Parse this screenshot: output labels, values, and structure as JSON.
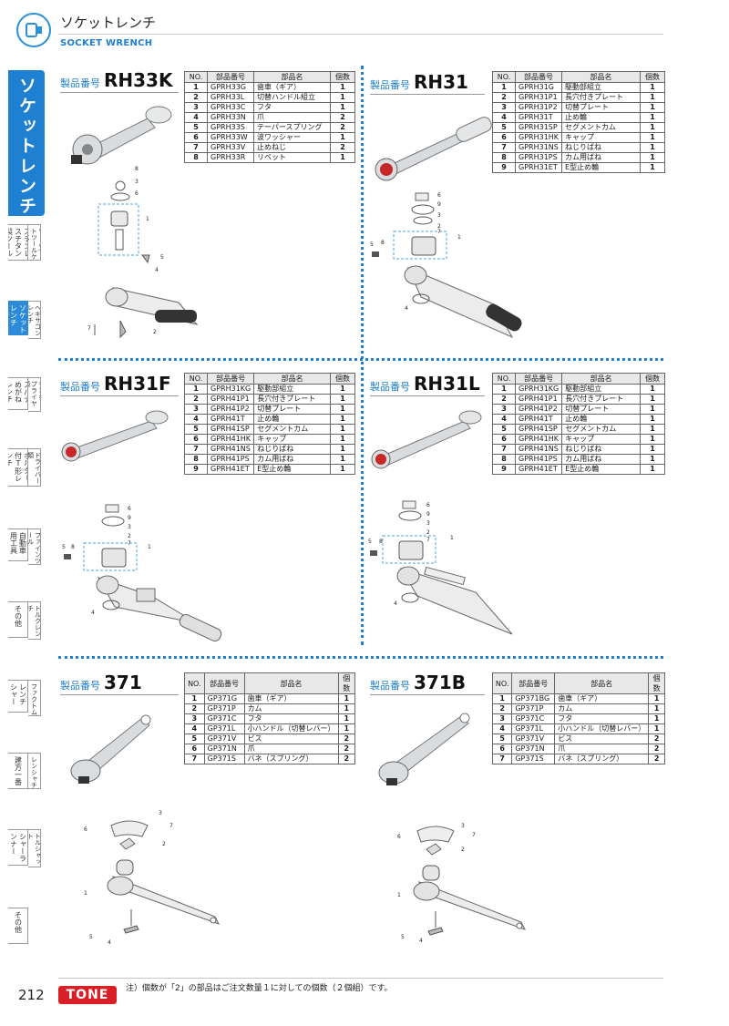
{
  "header": {
    "title_jp": "ソケットレンチ",
    "title_en": "SOCKET WRENCH"
  },
  "side_index": {
    "main_label": "ソケットレンチ",
    "tabs": [
      {
        "label": "ステンレスチタン製ツール",
        "active": false
      },
      {
        "label": "ツールセットツールケース",
        "active": false
      },
      {
        "label": "ソケットレンチ",
        "active": true
      },
      {
        "label": "ヘキサゴンレンチ",
        "active": false
      },
      {
        "label": "スパナめがねレンチ",
        "active": false
      },
      {
        "label": "モンキープライヤ類",
        "active": false
      },
      {
        "label": "ホルダー付T形レンチ",
        "active": false
      },
      {
        "label": "ドライバー類",
        "active": false
      },
      {
        "label": "自動車用工具",
        "active": false
      },
      {
        "label": "ファインツール",
        "active": false
      },
      {
        "label": "その他",
        "active": false
      },
      {
        "label": "トルクレンチ",
        "active": false
      },
      {
        "label": "パワーレンチシャーレンチ",
        "active": false
      },
      {
        "label": "ファクトム",
        "active": false
      },
      {
        "label": "建方一番",
        "active": false
      },
      {
        "label": "レンシャチ",
        "active": false
      },
      {
        "label": "シャーランナー",
        "active": false
      },
      {
        "label": "トルシャット",
        "active": false
      },
      {
        "label": "その他",
        "active": false
      }
    ]
  },
  "table_headers": {
    "no": "NO.",
    "code": "部品番号",
    "name": "部品名",
    "qty": "個数"
  },
  "products": [
    {
      "prefix": "製品番号",
      "model": "RH33K",
      "parts": [
        {
          "no": "1",
          "code": "GPRH33G",
          "name": "歯車（ギア）",
          "qty": "1"
        },
        {
          "no": "2",
          "code": "GPRH33L",
          "name": "切替ハンドル組立",
          "qty": "1"
        },
        {
          "no": "3",
          "code": "GPRH33C",
          "name": "フタ",
          "qty": "1"
        },
        {
          "no": "4",
          "code": "GPRH33N",
          "name": "爪",
          "qty": "2"
        },
        {
          "no": "5",
          "code": "GPRH33S",
          "name": "テーパースプリング",
          "qty": "2"
        },
        {
          "no": "6",
          "code": "GPRH33W",
          "name": "波ワッシャー",
          "qty": "1"
        },
        {
          "no": "7",
          "code": "GPRH33V",
          "name": "止めねじ",
          "qty": "2"
        },
        {
          "no": "8",
          "code": "GPRH33R",
          "name": "リベット",
          "qty": "1"
        }
      ]
    },
    {
      "prefix": "製品番号",
      "model": "RH31",
      "parts": [
        {
          "no": "1",
          "code": "GPRH31G",
          "name": "駆動部組立",
          "qty": "1"
        },
        {
          "no": "2",
          "code": "GPRH31P1",
          "name": "長穴付きプレート",
          "qty": "1"
        },
        {
          "no": "3",
          "code": "GPRH31P2",
          "name": "切替プレート",
          "qty": "1"
        },
        {
          "no": "4",
          "code": "GPRH31T",
          "name": "止め輪",
          "qty": "1"
        },
        {
          "no": "5",
          "code": "GPRH31SP",
          "name": "セグメントカム",
          "qty": "1"
        },
        {
          "no": "6",
          "code": "GPRH31HK",
          "name": "キャップ",
          "qty": "1"
        },
        {
          "no": "7",
          "code": "GPRH31NS",
          "name": "ねじりばね",
          "qty": "1"
        },
        {
          "no": "8",
          "code": "GPRH31PS",
          "name": "カム用ばね",
          "qty": "1"
        },
        {
          "no": "9",
          "code": "GPRH31ET",
          "name": "E型止め輪",
          "qty": "1"
        }
      ]
    },
    {
      "prefix": "製品番号",
      "model": "RH31F",
      "parts": [
        {
          "no": "1",
          "code": "GPRH31KG",
          "name": "駆動部組立",
          "qty": "1"
        },
        {
          "no": "2",
          "code": "GPRH41P1",
          "name": "長穴付きプレート",
          "qty": "1"
        },
        {
          "no": "3",
          "code": "GPRH41P2",
          "name": "切替プレート",
          "qty": "1"
        },
        {
          "no": "4",
          "code": "GPRH41T",
          "name": "止め輪",
          "qty": "1"
        },
        {
          "no": "5",
          "code": "GPRH41SP",
          "name": "セグメントカム",
          "qty": "1"
        },
        {
          "no": "6",
          "code": "GPRH41HK",
          "name": "キャップ",
          "qty": "1"
        },
        {
          "no": "7",
          "code": "GPRH41NS",
          "name": "ねじりばね",
          "qty": "1"
        },
        {
          "no": "8",
          "code": "GPRH41PS",
          "name": "カム用ばね",
          "qty": "1"
        },
        {
          "no": "9",
          "code": "GPRH41ET",
          "name": "E型止め輪",
          "qty": "1"
        }
      ]
    },
    {
      "prefix": "製品番号",
      "model": "RH31L",
      "parts": [
        {
          "no": "1",
          "code": "GPRH31KG",
          "name": "駆動部組立",
          "qty": "1"
        },
        {
          "no": "2",
          "code": "GPRH41P1",
          "name": "長穴付きプレート",
          "qty": "1"
        },
        {
          "no": "3",
          "code": "GPRH41P2",
          "name": "切替プレート",
          "qty": "1"
        },
        {
          "no": "4",
          "code": "GPRH41T",
          "name": "止め輪",
          "qty": "1"
        },
        {
          "no": "5",
          "code": "GPRH41SP",
          "name": "セグメントカム",
          "qty": "1"
        },
        {
          "no": "6",
          "code": "GPRH41HK",
          "name": "キャップ",
          "qty": "1"
        },
        {
          "no": "7",
          "code": "GPRH41NS",
          "name": "ねじりばね",
          "qty": "1"
        },
        {
          "no": "8",
          "code": "GPRH41PS",
          "name": "カム用ばね",
          "qty": "1"
        },
        {
          "no": "9",
          "code": "GPRH41ET",
          "name": "E型止め輪",
          "qty": "1"
        }
      ]
    },
    {
      "prefix": "製品番号",
      "model": "371",
      "parts": [
        {
          "no": "1",
          "code": "GP371G",
          "name": "歯車（ギア）",
          "qty": "1"
        },
        {
          "no": "2",
          "code": "GP371P",
          "name": "カム",
          "qty": "1"
        },
        {
          "no": "3",
          "code": "GP371C",
          "name": "フタ",
          "qty": "1"
        },
        {
          "no": "4",
          "code": "GP371L",
          "name": "小ハンドル（切替レバー）",
          "qty": "1"
        },
        {
          "no": "5",
          "code": "GP371V",
          "name": "ビス",
          "qty": "2"
        },
        {
          "no": "6",
          "code": "GP371N",
          "name": "爪",
          "qty": "2"
        },
        {
          "no": "7",
          "code": "GP371S",
          "name": "バネ（スプリング）",
          "qty": "2"
        }
      ]
    },
    {
      "prefix": "製品番号",
      "model": "371B",
      "parts": [
        {
          "no": "1",
          "code": "GP371BG",
          "name": "歯車（ギア）",
          "qty": "1"
        },
        {
          "no": "2",
          "code": "GP371P",
          "name": "カム",
          "qty": "1"
        },
        {
          "no": "3",
          "code": "GP371C",
          "name": "フタ",
          "qty": "1"
        },
        {
          "no": "4",
          "code": "GP371L",
          "name": "小ハンドル（切替レバー）",
          "qty": "1"
        },
        {
          "no": "5",
          "code": "GP371V",
          "name": "ビス",
          "qty": "2"
        },
        {
          "no": "6",
          "code": "GP371N",
          "name": "爪",
          "qty": "2"
        },
        {
          "no": "7",
          "code": "GP371S",
          "name": "バネ（スプリング）",
          "qty": "2"
        }
      ]
    }
  ],
  "diagram_labels": {
    "rh33k": [
      "8",
      "3",
      "6",
      "1",
      "5",
      "4",
      "7",
      "2"
    ],
    "rh31": [
      "6",
      "9",
      "3",
      "2",
      "7",
      "1",
      "5",
      "8",
      "4"
    ],
    "rh31f": [
      "6",
      "9",
      "3",
      "2",
      "7",
      "1",
      "5",
      "8",
      "4"
    ],
    "rh31l": [
      "6",
      "9",
      "3",
      "2",
      "7",
      "1",
      "5",
      "8",
      "4"
    ],
    "g371": [
      "3",
      "7",
      "6",
      "2",
      "1",
      "5",
      "4"
    ],
    "g371b": [
      "3",
      "7",
      "6",
      "2",
      "1",
      "5",
      "4"
    ]
  },
  "footer": {
    "page": "212",
    "brand": "TONE",
    "note": "注）個数が「2」の部品はご注文数量１に対しての個数（２個組）です。"
  },
  "colors": {
    "accent": "#1f7fd0",
    "brand": "#d91f26",
    "ratchet_head": "#c62828"
  }
}
